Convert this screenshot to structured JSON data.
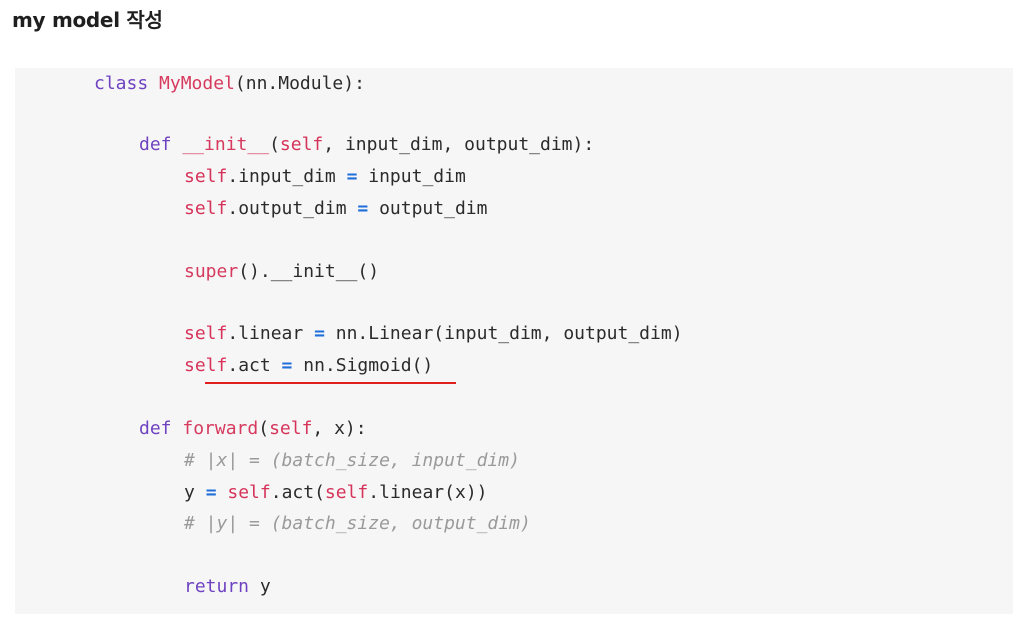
{
  "heading": "my model 작성",
  "code": {
    "l1_kw": "class",
    "l1_name": "MyModel",
    "l1_rest": "(nn.Module):",
    "l2_kw": "def",
    "l2_name": "__init__",
    "l2_p1": "(",
    "l2_self": "self",
    "l2_rest": ", input_dim, output_dim):",
    "l3_self": "self",
    "l3_a": ".input_dim ",
    "l3_op": "=",
    "l3_b": " input_dim",
    "l4_self": "self",
    "l4_a": ".output_dim ",
    "l4_op": "=",
    "l4_b": " output_dim",
    "l5_fn": "super",
    "l5_rest": "().__init__()",
    "l6_self": "self",
    "l6_a": ".linear ",
    "l6_op": "=",
    "l6_b": " nn.Linear(input_dim, output_dim)",
    "l7_self": "self",
    "l7_a": ".act ",
    "l7_op": "=",
    "l7_b": " nn.Sigmoid()",
    "l8_kw": "def",
    "l8_name": "forward",
    "l8_p1": "(",
    "l8_self": "self",
    "l8_rest": ", x):",
    "l9_comment": "# |x| = (batch_size, input_dim)",
    "l10_a": "y ",
    "l10_op": "=",
    "l10_sp": " ",
    "l10_self1": "self",
    "l10_b": ".act(",
    "l10_self2": "self",
    "l10_c": ".linear(x))",
    "l11_comment": "# |y| = (batch_size, output_dim)",
    "l12_kw": "return",
    "l12_rest": " y"
  },
  "colors": {
    "keyword": "#6f42c1",
    "name": "#d63a5e",
    "operator": "#1e6fd9",
    "comment": "#9a9a9a",
    "underline": "#e01e1e",
    "code_background": "#f6f6f6"
  }
}
